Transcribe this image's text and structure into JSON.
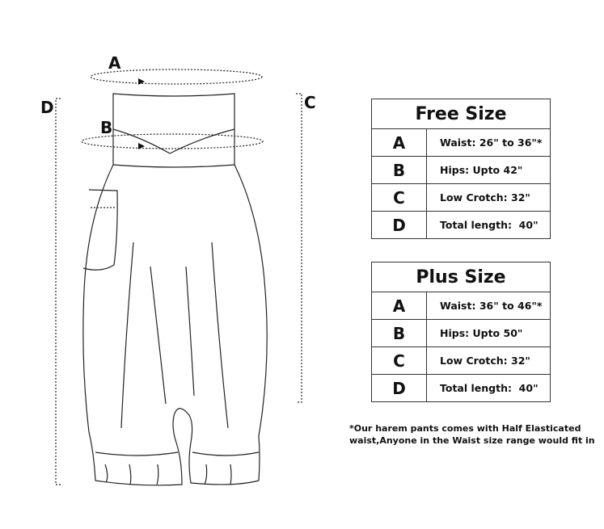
{
  "diagram": {
    "labels": {
      "a": "A",
      "b": "B",
      "c": "C",
      "d": "D"
    }
  },
  "free_size": {
    "title": "Free Size",
    "rows": [
      {
        "letter": "A",
        "value": "Waist: 26\" to 36\"*"
      },
      {
        "letter": "B",
        "value": "Hips: Upto 42\""
      },
      {
        "letter": "C",
        "value": "Low Crotch: 32\""
      },
      {
        "letter": "D",
        "value": "Total length:  40\""
      }
    ]
  },
  "plus_size": {
    "title": "Plus Size",
    "rows": [
      {
        "letter": "A",
        "value": "Waist: 36\" to 46\"*"
      },
      {
        "letter": "B",
        "value": "Hips: Upto 50\""
      },
      {
        "letter": "C",
        "value": "Low Crotch: 32\""
      },
      {
        "letter": "D",
        "value": "Total length:  40\""
      }
    ]
  },
  "note": {
    "line1": "*Our harem pants comes with Half Elasticated",
    "line2": "waist,Anyone in the Waist size range would fit in"
  }
}
